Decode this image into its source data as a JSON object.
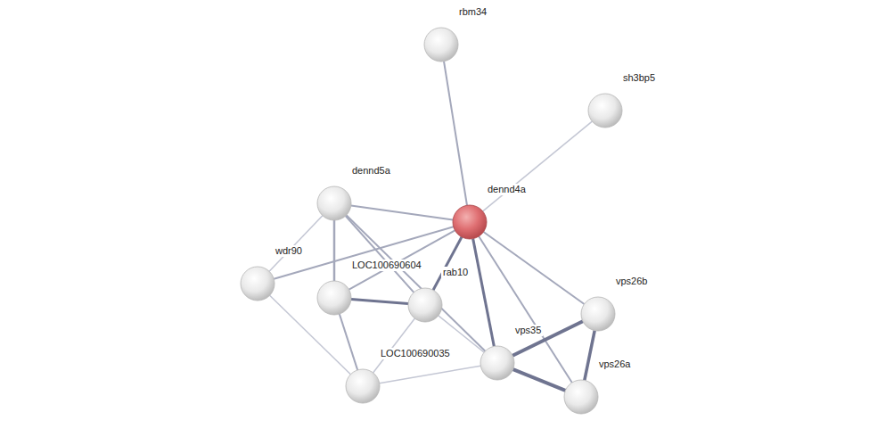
{
  "diagram": {
    "nodes": [
      {
        "text": [
          "rbm34"
        ]
      },
      {
        "text": [
          "sh3bp5"
        ]
      },
      {
        "text": [
          "dennd5a"
        ]
      },
      {
        "text": [
          "dennd4a"
        ]
      },
      {
        "text": [
          "wdr90"
        ]
      },
      {
        "text": [
          "LOC100690604"
        ]
      },
      {
        "text": [
          "rab10"
        ]
      },
      {
        "text": [
          "vps26b"
        ]
      },
      {
        "text": [
          "vps35"
        ]
      },
      {
        "text": [
          "LOC100690035"
        ]
      },
      {
        "text": [
          "vps26a"
        ]
      }
    ],
    "edges": [
      {
        "from": 3,
        "to": 0,
        "arrow": "none"
      },
      {
        "from": 3,
        "to": 1,
        "arrow": "none"
      },
      {
        "from": 3,
        "to": 2,
        "arrow": "none"
      },
      {
        "from": 3,
        "to": 4,
        "arrow": "none"
      },
      {
        "from": 3,
        "to": 5,
        "arrow": "none"
      },
      {
        "from": 3,
        "to": 6,
        "arrow": "none"
      },
      {
        "from": 3,
        "to": 8,
        "arrow": "none"
      },
      {
        "from": 3,
        "to": 7,
        "arrow": "none"
      },
      {
        "from": 3,
        "to": 10,
        "arrow": "none"
      },
      {
        "from": 2,
        "to": 4,
        "arrow": "none"
      },
      {
        "from": 2,
        "to": 5,
        "arrow": "none"
      },
      {
        "from": 2,
        "to": 6,
        "arrow": "none"
      },
      {
        "from": 2,
        "to": 8,
        "arrow": "none"
      },
      {
        "from": 4,
        "to": 9,
        "arrow": "none"
      },
      {
        "from": 5,
        "to": 6,
        "arrow": "none"
      },
      {
        "from": 5,
        "to": 9,
        "arrow": "none"
      },
      {
        "from": 6,
        "to": 9,
        "arrow": "none"
      },
      {
        "from": 6,
        "to": 8,
        "arrow": "none"
      },
      {
        "from": 9,
        "to": 8,
        "arrow": "none"
      },
      {
        "from": 8,
        "to": 7,
        "arrow": "none"
      },
      {
        "from": 8,
        "to": 10,
        "arrow": "none"
      },
      {
        "from": 7,
        "to": 10,
        "arrow": "none"
      }
    ]
  }
}
